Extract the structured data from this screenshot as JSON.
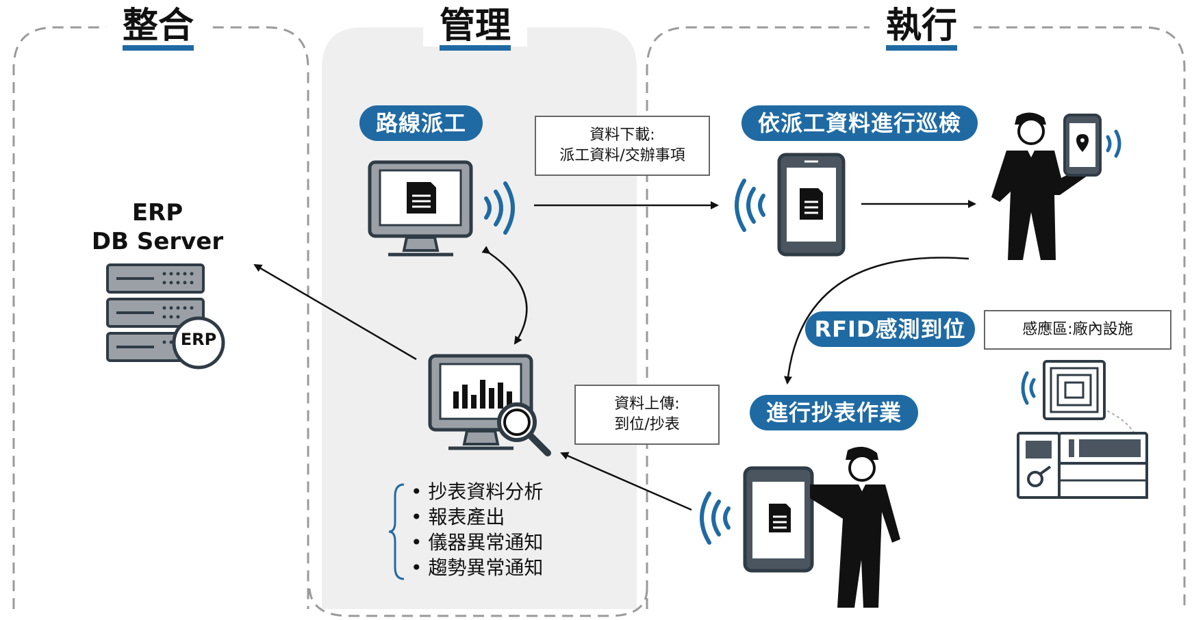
{
  "sections": {
    "integrate": "整合",
    "manage": "管理",
    "execute": "執行"
  },
  "erp": {
    "line1": "ERP",
    "line2": "DB Server",
    "badge": "ERP"
  },
  "steps": {
    "dispatch": "路線派工",
    "patrol": "依派工資料進行巡檢",
    "rfid": "RFID感測到位",
    "reading": "進行抄表作業"
  },
  "boxes": {
    "download_line1": "資料下載:",
    "download_line2": "派工資料/交辦事項",
    "upload_line1": "資料上傳:",
    "upload_line2": "到位/抄表",
    "zone": "感應區:廠內設施"
  },
  "bullets": [
    "抄表資料分析",
    "報表產出",
    "儀器異常通知",
    "趨勢異常通知"
  ],
  "colors": {
    "accent": "#1f6aa3",
    "dark": "#2f3b45",
    "dashed": "#9a9a9a",
    "panel": "#efefef"
  },
  "icons": [
    "server-icon",
    "monitor-document-icon",
    "monitor-chart-icon",
    "magnifier-icon",
    "wifi-icon",
    "phone-document-icon",
    "worker-icon",
    "rfid-tag-icon",
    "meter-icon"
  ]
}
